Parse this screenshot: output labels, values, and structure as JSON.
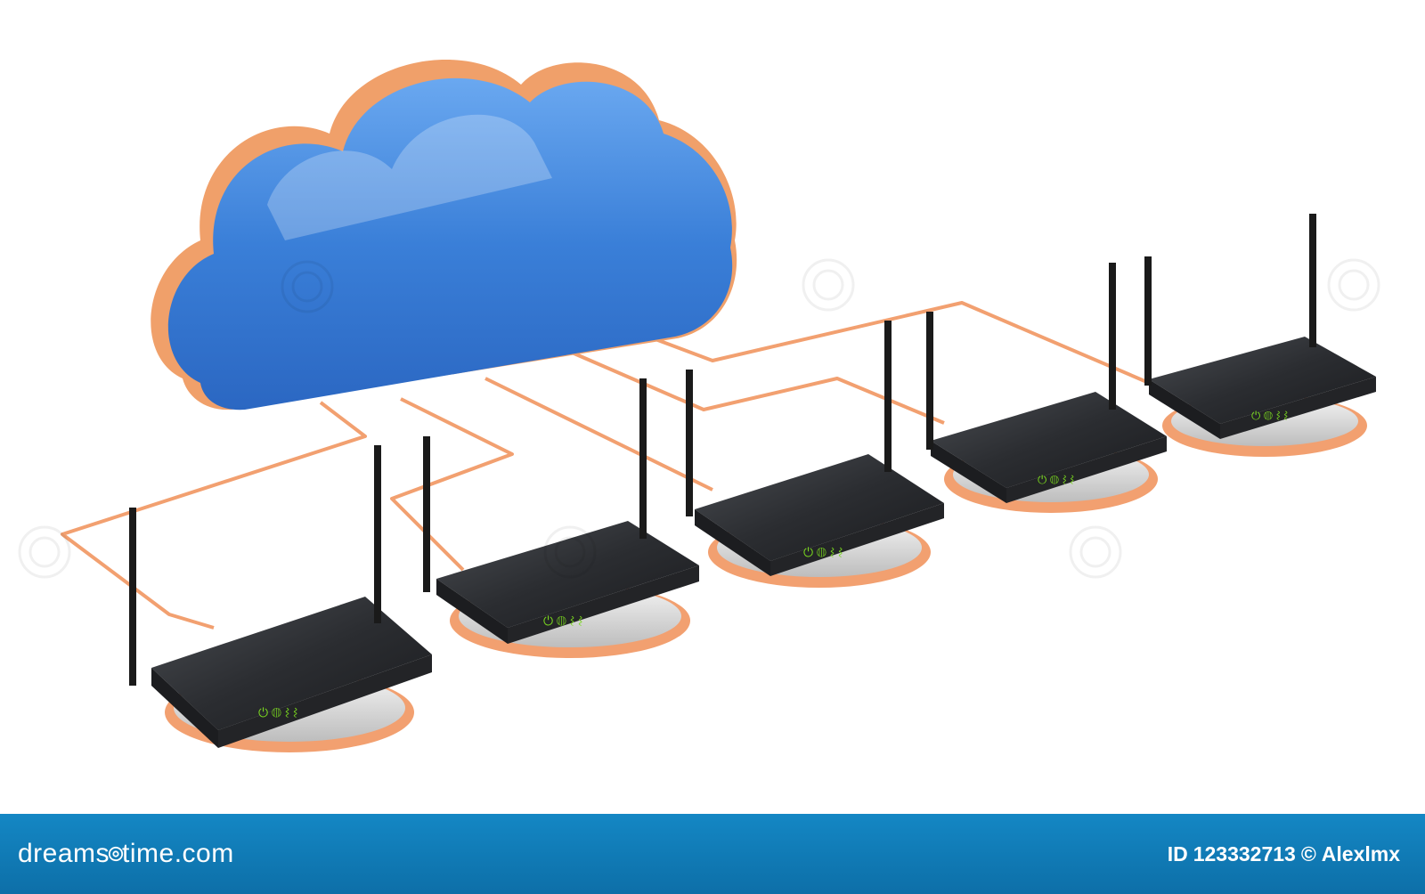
{
  "footer": {
    "brand_pre": "dreams",
    "brand_post": "time.com",
    "id_label": "ID",
    "id_number": "123332713",
    "copyright": "©",
    "author": "Alexlmx"
  },
  "routers": [
    {
      "leds": [
        "⏻",
        "◍",
        "⌇",
        "⌇"
      ]
    },
    {
      "leds": [
        "⏻",
        "◍",
        "⌇",
        "⌇"
      ]
    },
    {
      "leds": [
        "⏻",
        "◍",
        "⌇",
        "⌇"
      ]
    },
    {
      "leds": [
        "⏻",
        "◍",
        "⌇",
        "⌇"
      ]
    },
    {
      "leds": [
        "⏻",
        "◍",
        "⌇",
        "⌇"
      ]
    }
  ],
  "colors": {
    "cloud": "#3a7fd8",
    "cable": "#f2a070",
    "router": "#2a2c30",
    "led": "#7ad81f",
    "footer": "#1180bf"
  }
}
